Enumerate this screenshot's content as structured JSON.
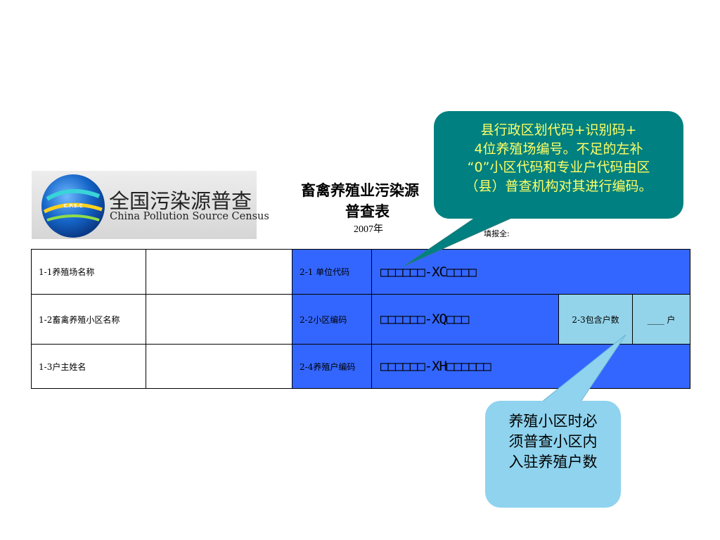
{
  "logo": {
    "cn_text": "全国污染源普查",
    "en_text": "China Pollution Source Census",
    "badge_text": "C.P.S.C"
  },
  "title": {
    "line1": "畜禽养殖业污染源",
    "line2": "普查表",
    "year": "2007年",
    "note": "填报全:"
  },
  "table": {
    "row1": {
      "label": "1-1养殖场名称",
      "value": "",
      "code_label": "2-1 单位代码",
      "code_value": "□□□□□□-XC□□□□"
    },
    "row2": {
      "label": "1-2畜禽养殖小区名称",
      "value": "",
      "code_label": "2-2小区编码",
      "code_value": "□□□□□□-XQ□□□",
      "households_label": "2-3包含户数",
      "households_value": "____ 户"
    },
    "row3": {
      "label": "1-3户主姓名",
      "value": "",
      "code_label": "2-4养殖户编码",
      "code_value": "□□□□□□-XH□□□□□□"
    }
  },
  "callouts": {
    "top": {
      "line1": "县行政区划代码+识别码+",
      "line2": "4位养殖场编号。不足的左补",
      "line3": "“0”小区代码和专业户代码由区",
      "line4": "（县）普查机构对其进行编码。"
    },
    "bottom": {
      "line1": "养殖小区时必",
      "line2": "须普查小区内",
      "line3": "入驻养殖户数"
    }
  },
  "colors": {
    "cell_blue": "#3366ff",
    "cell_light_blue": "#93d4ea",
    "callout_teal": "#008080",
    "callout_text_yellow": "#ffff66",
    "callout_light_blue": "#8fd3ee"
  }
}
